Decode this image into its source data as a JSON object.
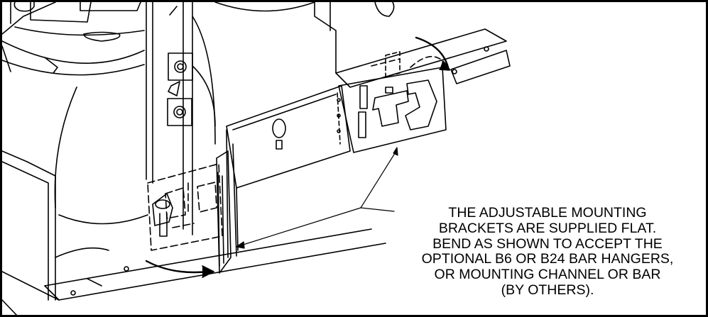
{
  "note": {
    "lines": [
      "THE ADJUSTABLE MOUNTING",
      "BRACKETS ARE SUPPLIED FLAT.",
      "BEND AS SHOWN TO ACCEPT THE",
      "OPTIONAL B6 OR B24 BAR HANGERS,",
      "OR MOUNTING CHANNEL OR BAR",
      "(BY OTHERS)."
    ]
  },
  "colors": {
    "line": "#000000",
    "background": "#ffffff"
  }
}
